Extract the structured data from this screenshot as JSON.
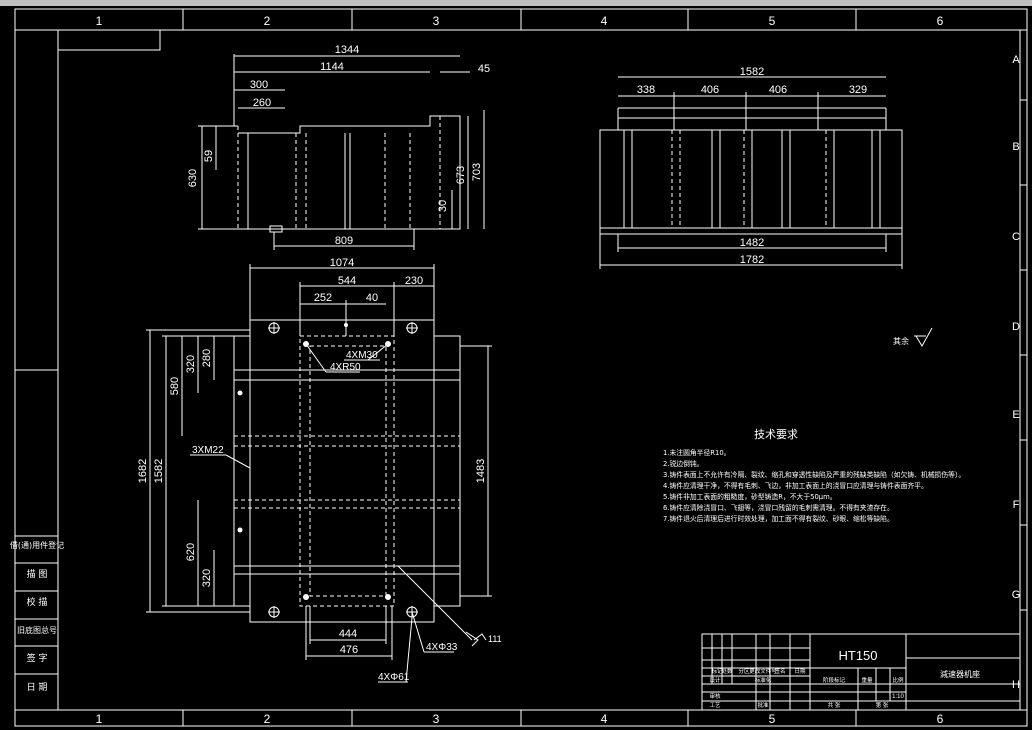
{
  "grid": {
    "columns": [
      "1",
      "2",
      "3",
      "4",
      "5",
      "6"
    ],
    "rows": [
      "A",
      "B",
      "C",
      "D",
      "E",
      "F",
      "G",
      "H"
    ]
  },
  "dims": {
    "top_view": {
      "d1344": "1344",
      "d1144": "1144",
      "d45": "45",
      "d300": "300",
      "d260": "260",
      "d59": "59",
      "d630": "630",
      "d673": "673",
      "d703": "703",
      "d30": "30",
      "d809": "809"
    },
    "side_view": {
      "d1582": "1582",
      "d338": "338",
      "d406a": "406",
      "d406b": "406",
      "d329": "329",
      "d1482": "1482",
      "d1782": "1782"
    },
    "plan_view": {
      "d1074": "1074",
      "d544": "544",
      "d230": "230",
      "d252": "252",
      "d40": "40",
      "d1682": "1682",
      "d1582": "1582",
      "d580": "580",
      "d320a": "320",
      "d280": "280",
      "d620": "620",
      "d320b": "320",
      "d1483": "1483",
      "d444": "444",
      "d476": "476"
    },
    "callouts": {
      "c4xm30": "4XM30",
      "c4xr50": "4XR50",
      "c3xm22": "3XM22",
      "c4xd33": "4XΦ33",
      "c4xd61": "4XΦ61",
      "c111": "111"
    }
  },
  "surface_note": "其余",
  "tech": {
    "title": "技术要求",
    "lines": [
      "1.未注圆角半径R10。",
      "2.锐边倒钝。",
      "3.铸件表面上不允许有冷隔、裂纹、缩孔和穿透性缺陷及严重的残缺类缺陷（如欠铸、机械损伤等）。",
      "4.铸件应清理干净，不得有毛刺、飞边，非加工表面上的浇冒口应清理与铸件表面齐平。",
      "5.铸件非加工表面的粗糙度，砂型铸造R，不大于50μm。",
      "6.铸件应清除浇冒口、飞翅等，浇冒口残留的毛刺需清理。不得有夹渣存在。",
      "7.铸件退火后清理后进行时效处理，加工面不得有裂纹、砂眼、缩松等缺陷。"
    ]
  },
  "title_block": {
    "material": "HT150",
    "part_name": "減速器机座",
    "labels": [
      "标记",
      "处数",
      "分区",
      "更改文件号",
      "签名",
      "日期"
    ],
    "row2": [
      "设计",
      "标准化"
    ],
    "row3": [
      "审核"
    ],
    "row4": [
      "工艺",
      "批准"
    ],
    "stage": "阶段标记",
    "weight": "重量",
    "scale": "比例",
    "scale_value": "1:10",
    "sheets": "共  张",
    "sheet": "第  张"
  },
  "side_table": {
    "items": [
      "借(通)用件登记",
      "描 图",
      "校 描",
      "旧底图总号",
      "签 字",
      "日 期"
    ]
  }
}
